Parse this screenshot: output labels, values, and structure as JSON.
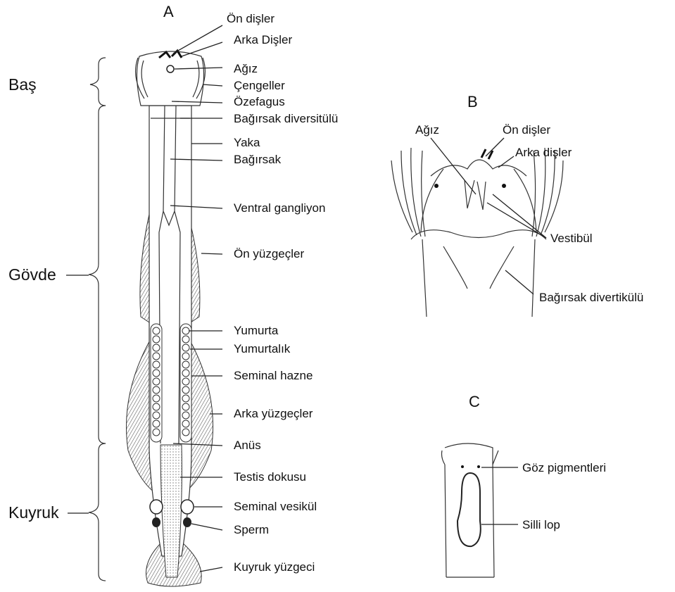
{
  "panels": {
    "a": "A",
    "b": "B",
    "c": "C"
  },
  "regions": {
    "head": "Baş",
    "trunk": "Gövde",
    "tail": "Kuyruk"
  },
  "labels_a": [
    "Ön dişler",
    "Arka Dişler",
    "Ağız",
    "Çengeller",
    "Özefagus",
    "Bağırsak diversitülü",
    "Yaka",
    "Bağırsak",
    "Ventral gangliyon",
    "Ön yüzgeçler",
    "Yumurta",
    "Yumurtalık",
    "Seminal hazne",
    "Arka yüzgeçler",
    "Anüs",
    "Testis dokusu",
    "Seminal vesikül",
    "Sperm",
    "Kuyruk yüzgeci"
  ],
  "labels_b": [
    "Ağız",
    "Ön dişler",
    "Arka dişler",
    "Vestibül",
    "Bağırsak  divertikülü"
  ],
  "labels_c": [
    "Göz pigmentleri",
    "Silli lop"
  ]
}
